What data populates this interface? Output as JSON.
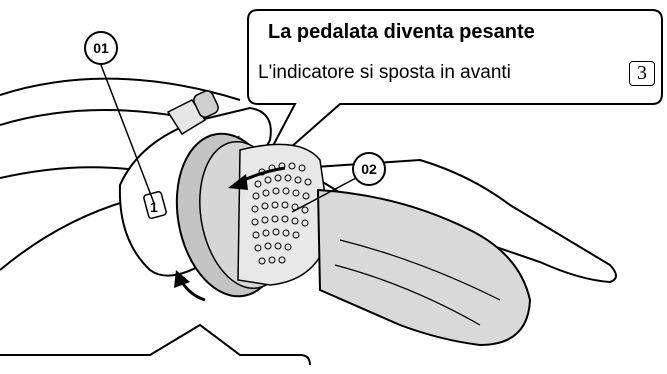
{
  "callout": {
    "title": "La pedalata diventa pesante",
    "body": "L'indicatore si sposta in avanti",
    "step_number": "3"
  },
  "labels": {
    "part_01": "01",
    "part_02": "02"
  },
  "colors": {
    "line": "#000000",
    "background": "#ffffff",
    "grip_shade": "#c4c4c4",
    "rubber_shade": "#d9d9d9"
  },
  "icons": {
    "arrow": "curved-arrow-icon"
  }
}
